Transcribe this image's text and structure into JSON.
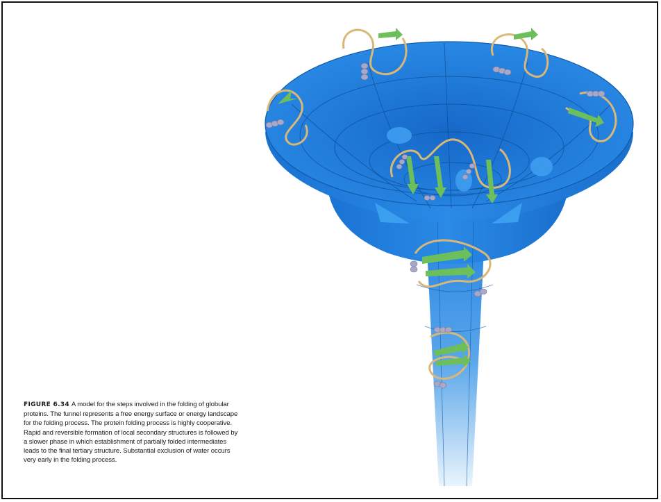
{
  "figure": {
    "label": "FIGURE 6.34",
    "caption": "A model for the steps involved in the folding of globular proteins. The funnel represents a free energy surface or energy landscape for the folding process. The protein folding process is highly cooperative. Rapid and reversible formation of local secondary structures is followed by a slower phase in which establishment of partially folded intermediates leads to the final tertiary structure. Substantial exclusion of water occurs very early in the folding process.",
    "illustration": "folding-funnel",
    "colors": {
      "funnel": "#1e7fe0",
      "funnel_dark": "#1460b8",
      "coil": "#d8b878",
      "strand": "#6cbf5a",
      "helix": "#a8a8c8"
    }
  }
}
